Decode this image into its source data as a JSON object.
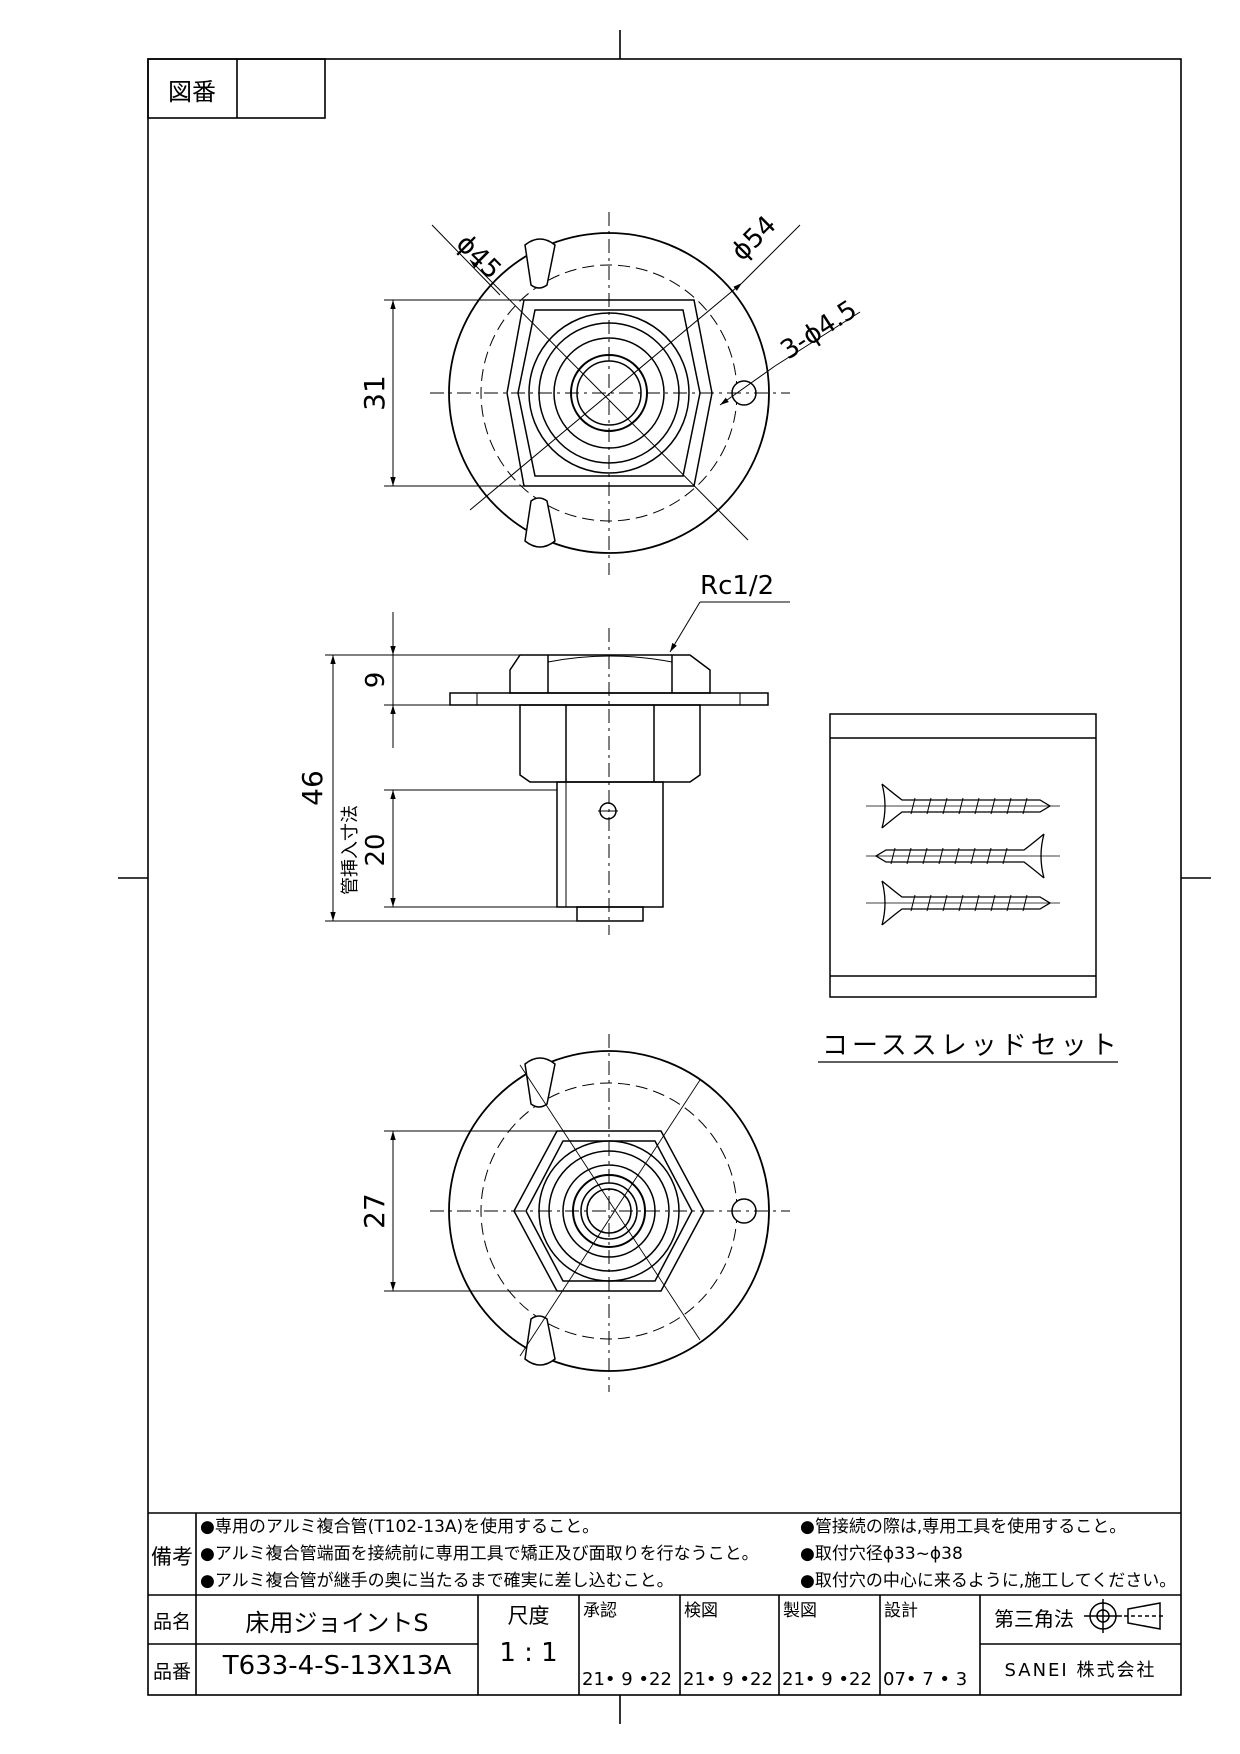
{
  "drawing_no_label": "図番",
  "dimensions": {
    "top_d45": "ϕ45",
    "top_d54": "ϕ54",
    "top_holes": "3-ϕ4.5",
    "top_31": "31",
    "side_rc": "Rc1/2",
    "side_9": "9",
    "side_46": "46",
    "side_20": "20",
    "side_insert": "管挿入寸法",
    "bottom_27": "27"
  },
  "screw_set_label": "コーススレッドセット",
  "notes": {
    "label": "備考",
    "left": [
      "●専用のアルミ複合管(T102-13A)を使用すること。",
      "●アルミ複合管端面を接続前に専用工具で矯正及び面取りを行なうこと。",
      "●アルミ複合管が継手の奥に当たるまで確実に差し込むこと。"
    ],
    "right": [
      "●管接続の際は,専用工具を使用すること。",
      "●取付穴径ϕ33~ϕ38",
      "●取付穴の中心に来るように,施工してください。"
    ]
  },
  "title_block": {
    "name_label": "品名",
    "name_value": "床用ジョイントS",
    "number_label": "品番",
    "number_value": "T633-4-S-13X13A",
    "scale_label": "尺度",
    "scale_value": "1 : 1",
    "approved_label": "承認",
    "approved_date": "21• 9 •22",
    "checked_label": "検図",
    "checked_date": "21• 9 •22",
    "drawn_label": "製図",
    "drawn_date": "21• 9 •22",
    "design_label": "設計",
    "design_date": "07• 7 • 3",
    "projection_label": "第三角法",
    "company": "SANEI 株式会社"
  }
}
